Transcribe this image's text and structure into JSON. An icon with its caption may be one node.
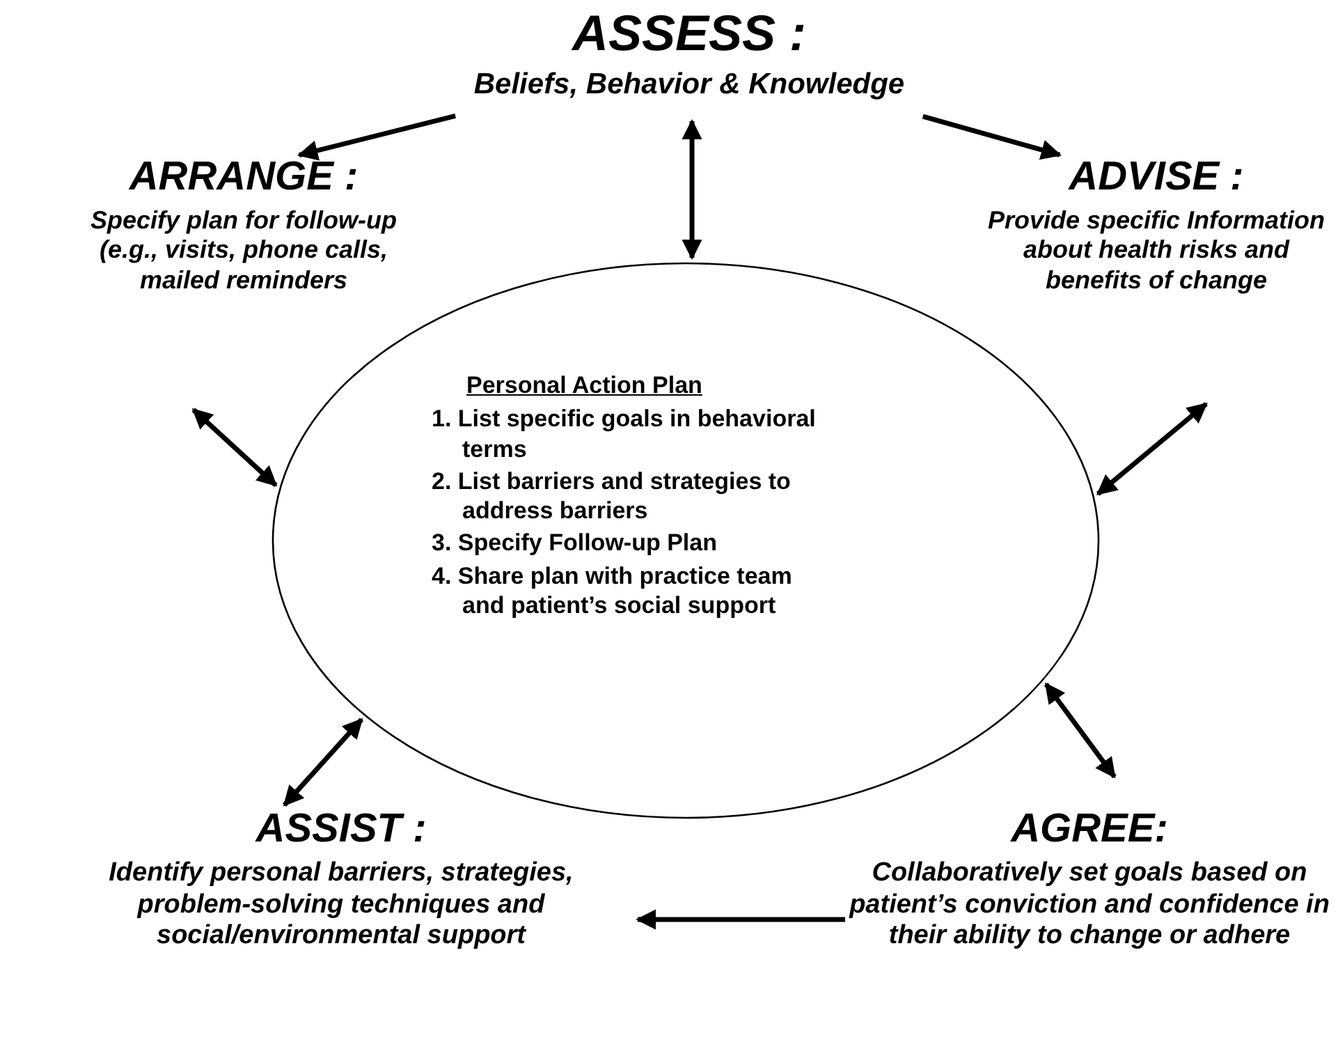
{
  "diagram": {
    "nodes": [
      {
        "text": [
          "ASSESS :",
          "Beliefs, Behavior & Knowledge"
        ]
      },
      {
        "text": [
          "ARRANGE :",
          "Specify plan for follow-up (e.g., visits, phone calls, mailed reminders"
        ]
      },
      {
        "text": [
          "ADVISE :",
          "Provide specific Information about health risks and benefits of change"
        ]
      },
      {
        "text": [
          "Personal Action Plan",
          "1. List specific goals in behavioral terms",
          "2. List barriers and strategies to address barriers",
          "3. Specify Follow-up Plan",
          "4. Share plan with practice team and patient’s social support"
        ]
      },
      {
        "text": [
          "ASSIST :",
          "Identify personal barriers, strategies, problem-solving techniques and social/environmental support"
        ]
      },
      {
        "text": [
          "AGREE:",
          "Collaboratively set goals based on patient’s conviction and confidence in their ability to change or adhere"
        ]
      }
    ],
    "edges": [
      {
        "from": 0,
        "to": 1,
        "arrow": "to"
      },
      {
        "from": 0,
        "to": 2,
        "arrow": "to"
      },
      {
        "from": 0,
        "to": 3,
        "arrow": "both"
      },
      {
        "from": 1,
        "to": 3,
        "arrow": "both"
      },
      {
        "from": 2,
        "to": 3,
        "arrow": "both"
      },
      {
        "from": 4,
        "to": 3,
        "arrow": "both"
      },
      {
        "from": 3,
        "to": 5,
        "arrow": "both"
      },
      {
        "from": 5,
        "to": 4,
        "arrow": "to"
      }
    ]
  }
}
